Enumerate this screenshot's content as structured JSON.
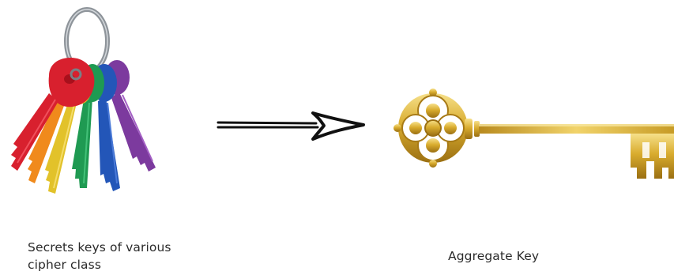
{
  "left_caption": {
    "line1": "Secrets keys of various",
    "line2": "cipher class"
  },
  "right_caption": "Aggregate Key",
  "icons": {
    "left": "bunch-of-keys-icon",
    "arrow": "right-arrow-icon",
    "right": "golden-key-icon"
  },
  "colors": {
    "key_red": "#d8202e",
    "key_orange": "#f08a1c",
    "key_yellow": "#e2c22a",
    "key_green": "#1f9a52",
    "key_blue": "#2356b8",
    "key_purple": "#7c3a9e",
    "ring": "#8e949a",
    "gold": "#d9ac2e",
    "arrow": "#111111"
  }
}
